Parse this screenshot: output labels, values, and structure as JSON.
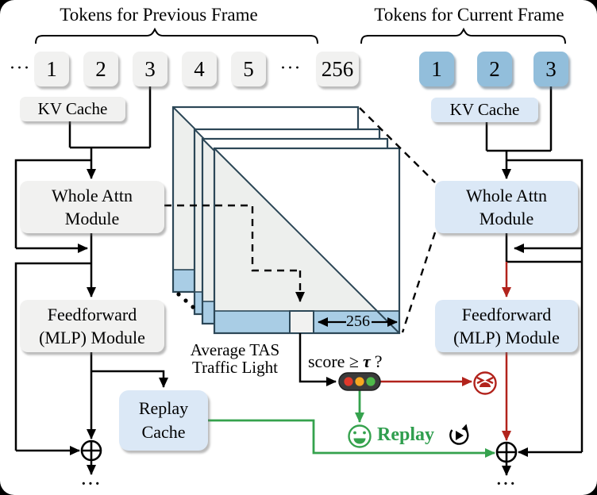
{
  "figure": {
    "prev_frame_title": "Tokens for Previous Frame",
    "curr_frame_title": "Tokens for Current Frame"
  },
  "prev_tokens": {
    "leading_ellipsis": "···",
    "items": [
      "1",
      "2",
      "3",
      "4",
      "5"
    ],
    "mid_ellipsis": "···",
    "last": "256",
    "kv_cache_label": "KV Cache"
  },
  "curr_tokens": {
    "items": [
      "1",
      "2",
      "3"
    ],
    "kv_cache_label": "KV Cache"
  },
  "left_pipeline": {
    "attn_module_line1": "Whole Attn",
    "attn_module_line2": "Module",
    "mlp_module_line1": "Feedforward",
    "mlp_module_line2": "(MLP) Module",
    "output_ellipsis": "···"
  },
  "right_pipeline": {
    "attn_module_line1": "Whole Attn",
    "attn_module_line2": "Module",
    "mlp_module_line1": "Feedforward",
    "mlp_module_line2": "(MLP) Module",
    "output_ellipsis": "···"
  },
  "attention_stack": {
    "dim_label": "256"
  },
  "decision": {
    "average_tas_line1": "Average TAS",
    "average_tas_line2": "Traffic Light",
    "score_prefix": "score ≥",
    "tau_symbol": "τ",
    "score_suffix": "?",
    "replay_label": "Replay"
  },
  "replay_cache": {
    "line1": "Replay",
    "line2": "Cache"
  },
  "icons": {
    "traffic_light": "traffic-light",
    "happy_face": "happy-face",
    "sad_face": "sad-face",
    "replay_loop": "replay-loop-arrow",
    "sum_left": "circle-plus",
    "sum_right": "circle-plus"
  },
  "colors": {
    "token_blue": "#92bedb",
    "light_blue": "#dbe8f6",
    "panel_gray": "#f1f1f0",
    "line_red": "#b2231c",
    "line_green": "#35a24d",
    "stack_stroke": "#2c4757",
    "stack_row_blue": "#a9cde5"
  }
}
